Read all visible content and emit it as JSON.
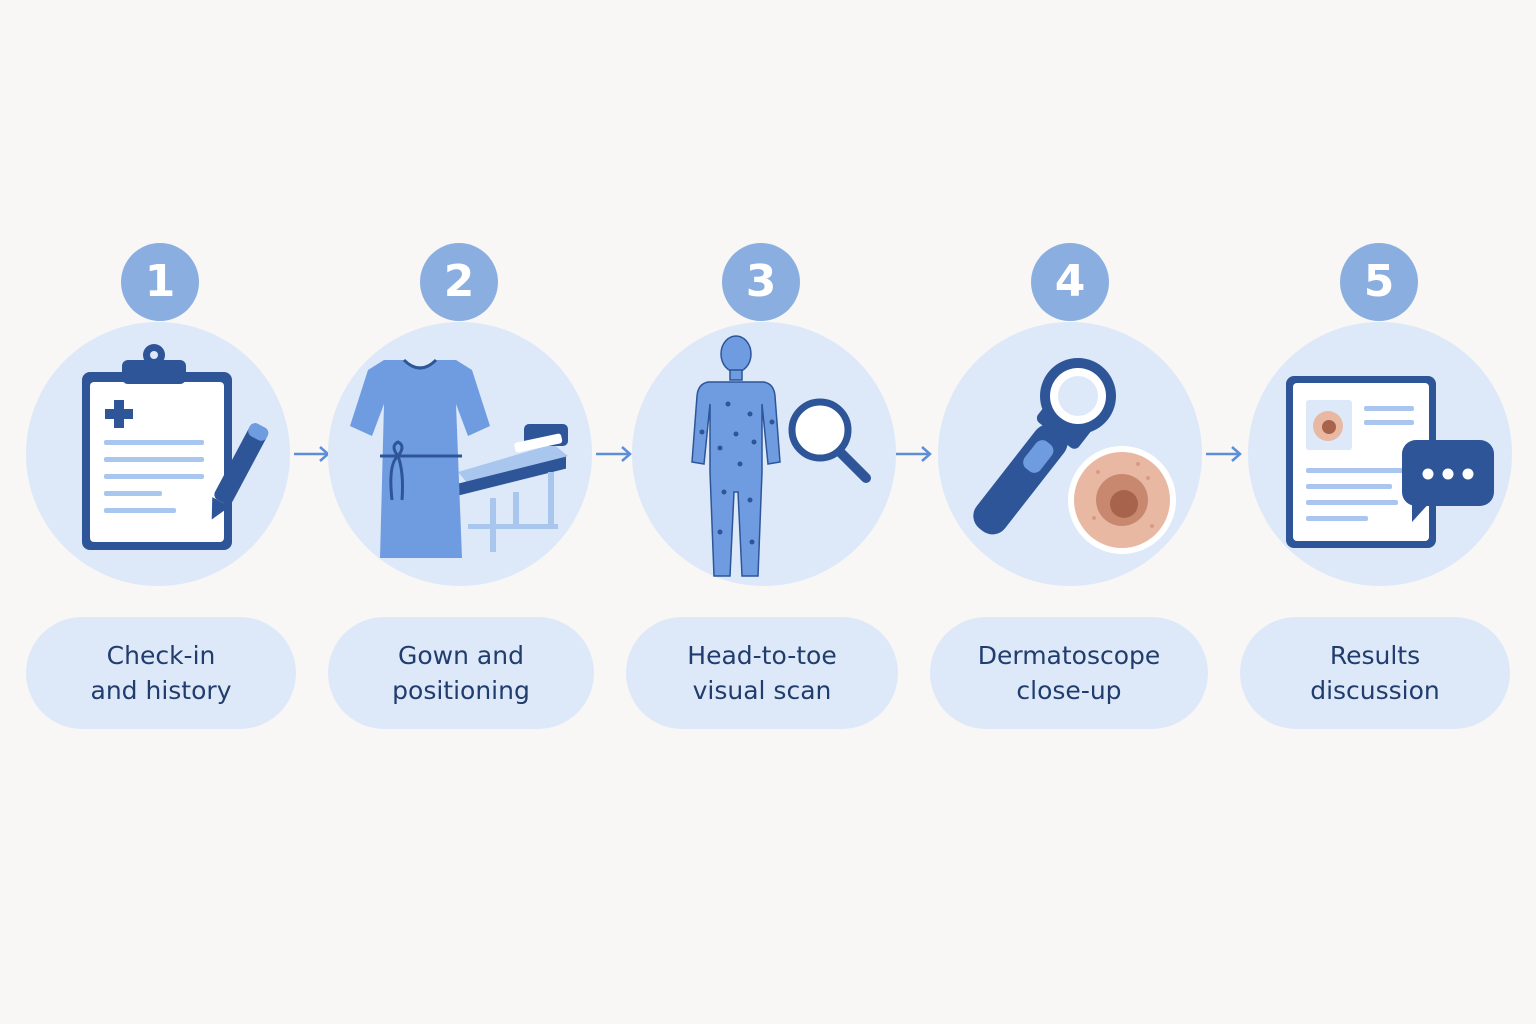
{
  "colors": {
    "background": "#f8f7f5",
    "circle_bg": "#dde9f8",
    "badge_bg": "#8aaee0",
    "dark_blue": "#2d5598",
    "mid_blue": "#6f9ce0",
    "light_blue": "#a9c6ee",
    "text": "#213d6e",
    "arrow": "#5d8fd8",
    "skin": "#e8b8a2",
    "lesion": "#a8634d"
  },
  "steps": [
    {
      "number": "1",
      "label": "Check-in\nand history",
      "icon": "clipboard-icon"
    },
    {
      "number": "2",
      "label": "Gown and\npositioning",
      "icon": "gown-and-exam-table-icon"
    },
    {
      "number": "3",
      "label": "Head-to-toe\nvisual scan",
      "icon": "body-scan-icon"
    },
    {
      "number": "4",
      "label": "Dermatoscope\nclose-up",
      "icon": "dermatoscope-icon"
    },
    {
      "number": "5",
      "label": "Results\ndiscussion",
      "icon": "report-chat-icon"
    }
  ]
}
